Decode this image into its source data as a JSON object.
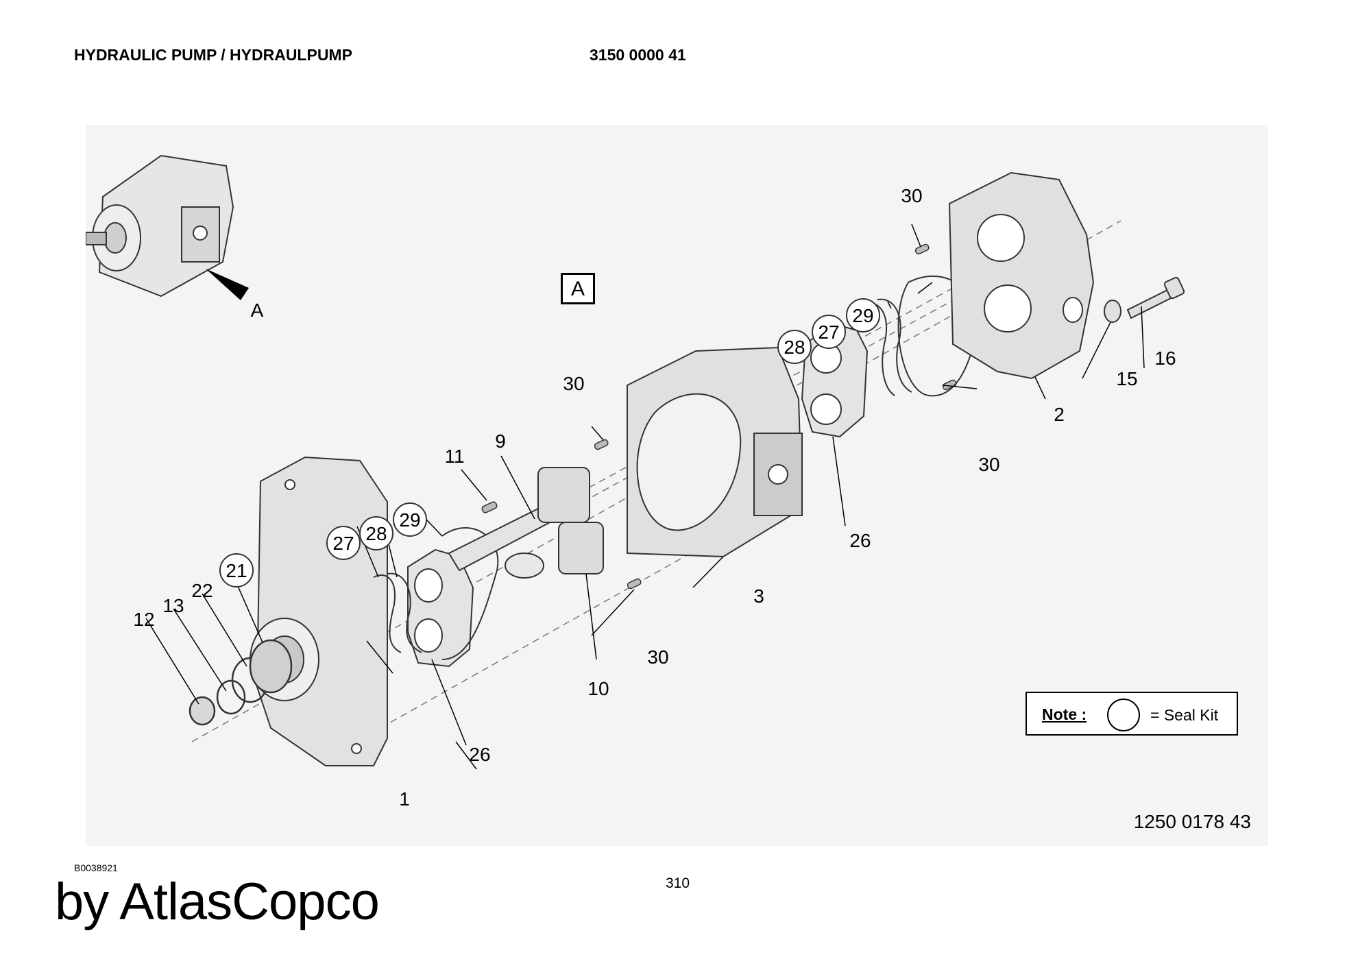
{
  "header": {
    "title": "HYDRAULIC PUMP / HYDRAULPUMP",
    "part_number": "3150 0000 41"
  },
  "diagram": {
    "view_label": "A",
    "view_arrow_label": "A",
    "callouts": {
      "c1": "1",
      "c2": "2",
      "c3": "3",
      "c9": "9",
      "c10": "10",
      "c11": "11",
      "c12": "12",
      "c13": "13",
      "c15": "15",
      "c16": "16",
      "c21": "21",
      "c22": "22",
      "c26a": "26",
      "c26b": "26",
      "c27a": "27",
      "c27b": "27",
      "c28a": "28",
      "c28b": "28",
      "c29a": "29",
      "c29b": "29",
      "c30a": "30",
      "c30b": "30",
      "c30c": "30",
      "c30d": "30"
    },
    "drawing_number": "1250 0178 43"
  },
  "note": {
    "label": "Note :",
    "text": "= Seal Kit"
  },
  "footer": {
    "code": "B0038921",
    "page": "310",
    "brand": "by AtlasCopco"
  }
}
